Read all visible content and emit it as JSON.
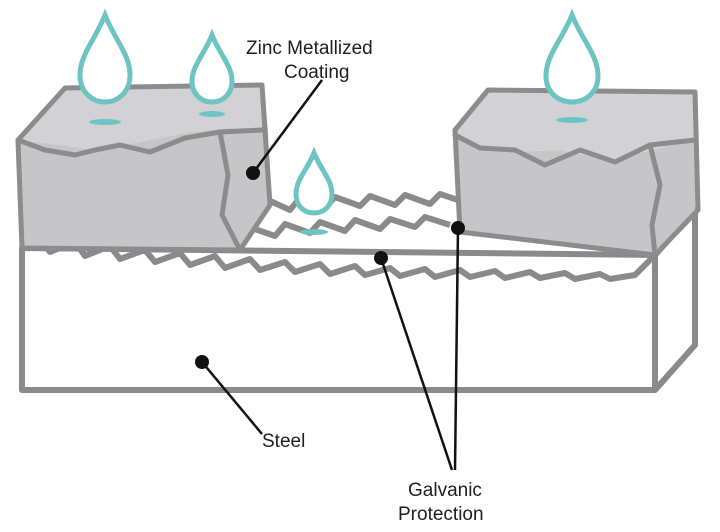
{
  "labels": {
    "coating_line1": "Zinc Metallized",
    "coating_line2": "Coating",
    "steel": "Steel",
    "galvanic_line1": "Galvanic",
    "galvanic_line2": "Protection"
  },
  "colors": {
    "steel_outline": "#8a8a8a",
    "zinc_coating": "#c6c6c8",
    "water_drop": "#6ec3c3",
    "leader_line": "#111111"
  }
}
